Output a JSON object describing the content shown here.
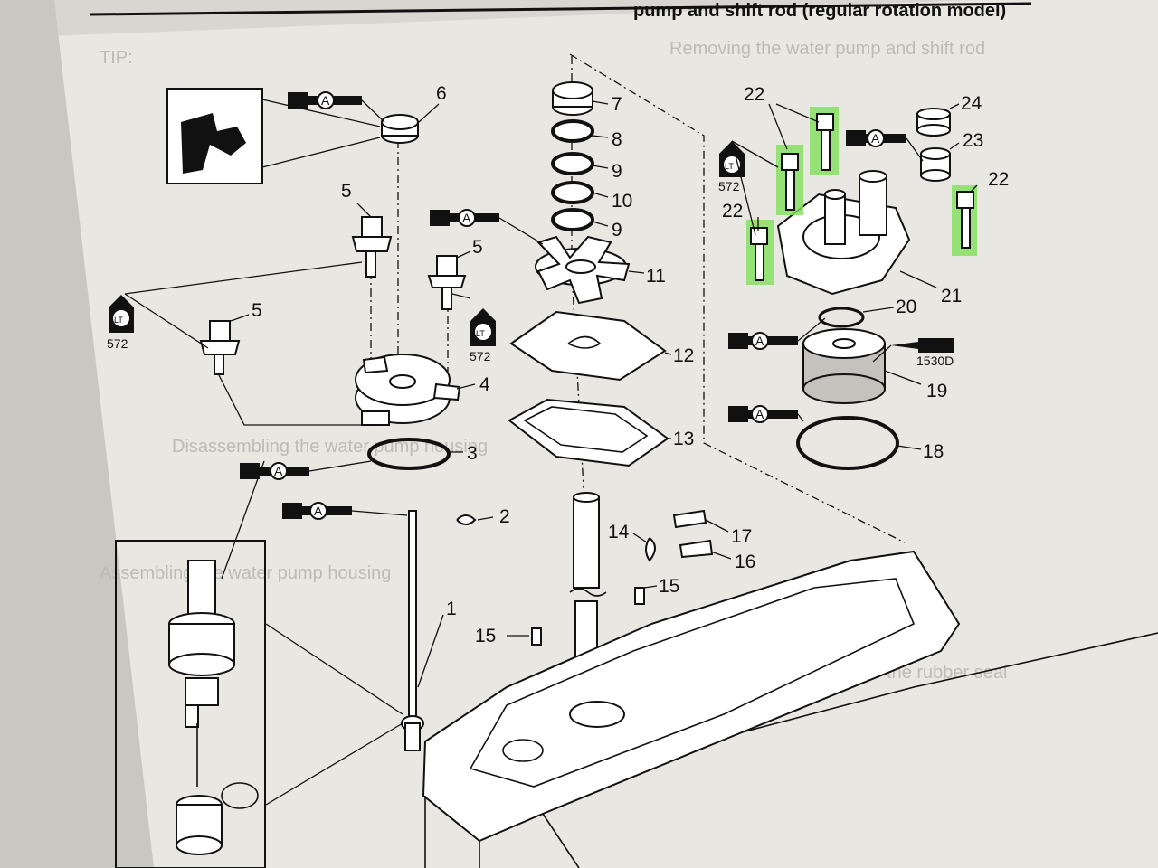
{
  "header": {
    "title": "pump and shift rod (regular rotation model)"
  },
  "callouts": {
    "c1": "1",
    "c2": "2",
    "c3": "3",
    "c4": "4",
    "c5a": "5",
    "c5b": "5",
    "c5c": "5",
    "c6": "6",
    "c7": "7",
    "c8": "8",
    "c9a": "9",
    "c9b": "9",
    "c10": "10",
    "c11": "11",
    "c12": "12",
    "c13": "13",
    "c14": "14",
    "c15a": "15",
    "c15b": "15",
    "c16": "16",
    "c17": "17",
    "c18": "18",
    "c19": "19",
    "c20": "20",
    "c21": "21",
    "c22a": "22",
    "c22b": "22",
    "c22c": "22",
    "c23": "23",
    "c24": "24"
  },
  "symbols": {
    "grease_letter": "A",
    "locktite_letter": "LT",
    "locktite_code": "572",
    "sealant_code": "1530D"
  },
  "ghost_text": {
    "t1": "Removing the water pump and shift rod",
    "t2": "Disassembling the water pump housing",
    "t3": "Assembling the water pump housing",
    "t4": "TIP:",
    "t5": "Remove the rubber seal"
  },
  "colors": {
    "highlight": "#7fe05a",
    "paper": "#e9e7e2",
    "ink": "#111111"
  }
}
